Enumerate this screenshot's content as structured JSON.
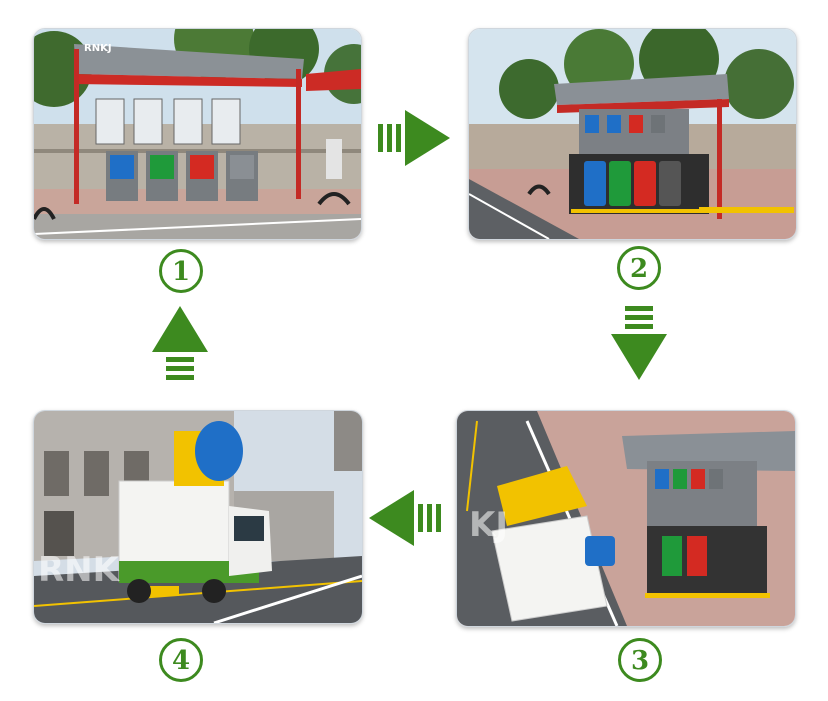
{
  "panels": [
    {
      "watermark": "RNKJ",
      "step_label": "1"
    },
    {
      "step_label": "2"
    },
    {
      "watermark": "KJ",
      "step_label": "3"
    },
    {
      "watermark": "RNK",
      "step_label": "4"
    }
  ],
  "colors": {
    "accent_green": "#3d8a1f",
    "bin_blue": "#1f6fc7",
    "bin_green": "#1f9a3a",
    "bin_red": "#d42a22",
    "bin_gray": "#7c8085",
    "hazard_yellow": "#f2c200"
  },
  "icons": [
    "arrow-right-icon",
    "arrow-down-icon",
    "arrow-left-icon",
    "arrow-up-icon"
  ]
}
